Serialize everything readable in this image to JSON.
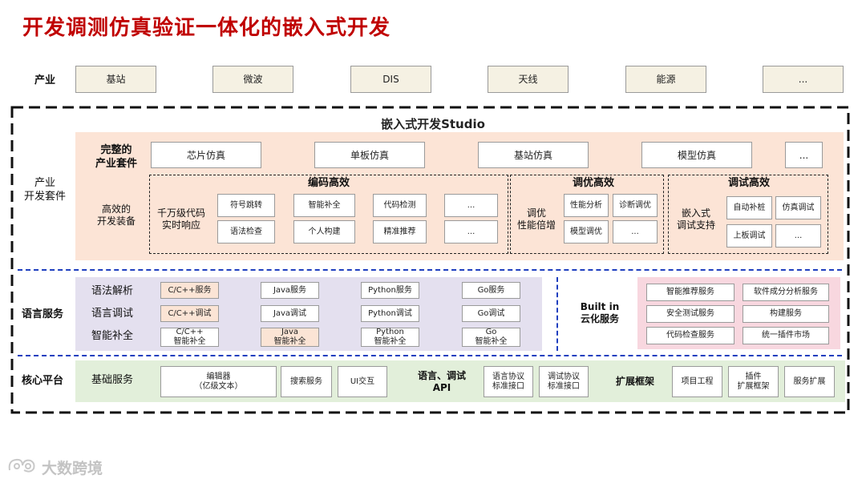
{
  "title": "开发调测仿真验证一体化的嵌入式开发",
  "industry": {
    "label": "产业",
    "items": [
      "基站",
      "微波",
      "DIS",
      "天线",
      "能源",
      "..."
    ]
  },
  "studio": {
    "title": "嵌入式开发Studio",
    "kit_label": "产业\n开发套件",
    "complete_suite": {
      "label": "完整的\n产业套件",
      "items": [
        "芯片仿真",
        "单板仿真",
        "基站仿真",
        "模型仿真",
        "..."
      ]
    },
    "efficient_equipment": {
      "label": "高效的\n开发装备",
      "coding": {
        "title": "编码高效",
        "desc": "千万级代码\n实时响应",
        "items": [
          "符号跳转",
          "智能补全",
          "代码检测",
          "...",
          "语法检查",
          "个人构建",
          "精准推荐",
          "..."
        ]
      },
      "tuning": {
        "title": "调优高效",
        "desc": "调优\n性能倍增",
        "items": [
          "性能分析",
          "诊断调优",
          "模型调优",
          "..."
        ]
      },
      "debugging": {
        "title": "调试高效",
        "desc": "嵌入式\n调试支持",
        "items": [
          "自动补桩",
          "仿真调试",
          "上板调试",
          "..."
        ]
      }
    }
  },
  "language_services": {
    "label": "语言服务",
    "row_labels": [
      "语法解析",
      "语言调试",
      "智能补全"
    ],
    "rows": [
      [
        "C/C++服务",
        "Java服务",
        "Python服务",
        "Go服务"
      ],
      [
        "C/C++调试",
        "Java调试",
        "Python调试",
        "Go调试"
      ],
      [
        "C/C++\n智能补全",
        "Java\n智能补全",
        "Python\n智能补全",
        "Go\n智能补全"
      ]
    ],
    "cloud_label": "Built in\n云化服务",
    "cloud_items": [
      "智能推荐服务",
      "软件成分分析服务",
      "安全测试服务",
      "构建服务",
      "代码检查服务",
      "统一插件市场"
    ]
  },
  "core_platform": {
    "label": "核心平台",
    "basic_label": "基础服务",
    "basic_items": [
      "编辑器\n（亿级文本）",
      "搜索服务",
      "UI交互"
    ],
    "api_label": "语言、调试\nAPI",
    "api_items": [
      "语言协议\n标准接口",
      "调试协议\n标准接口"
    ],
    "ext_label": "扩展框架",
    "ext_items": [
      "项目工程",
      "插件\n扩展框架",
      "服务扩展"
    ]
  },
  "watermark": "大数跨境",
  "colors": {
    "title": "#c00000",
    "peach": "#fce4d6",
    "lavender": "#e4e0ef",
    "pink": "#f8d7df",
    "green": "#e2efda",
    "divider_blue": "#1f3fbf"
  }
}
